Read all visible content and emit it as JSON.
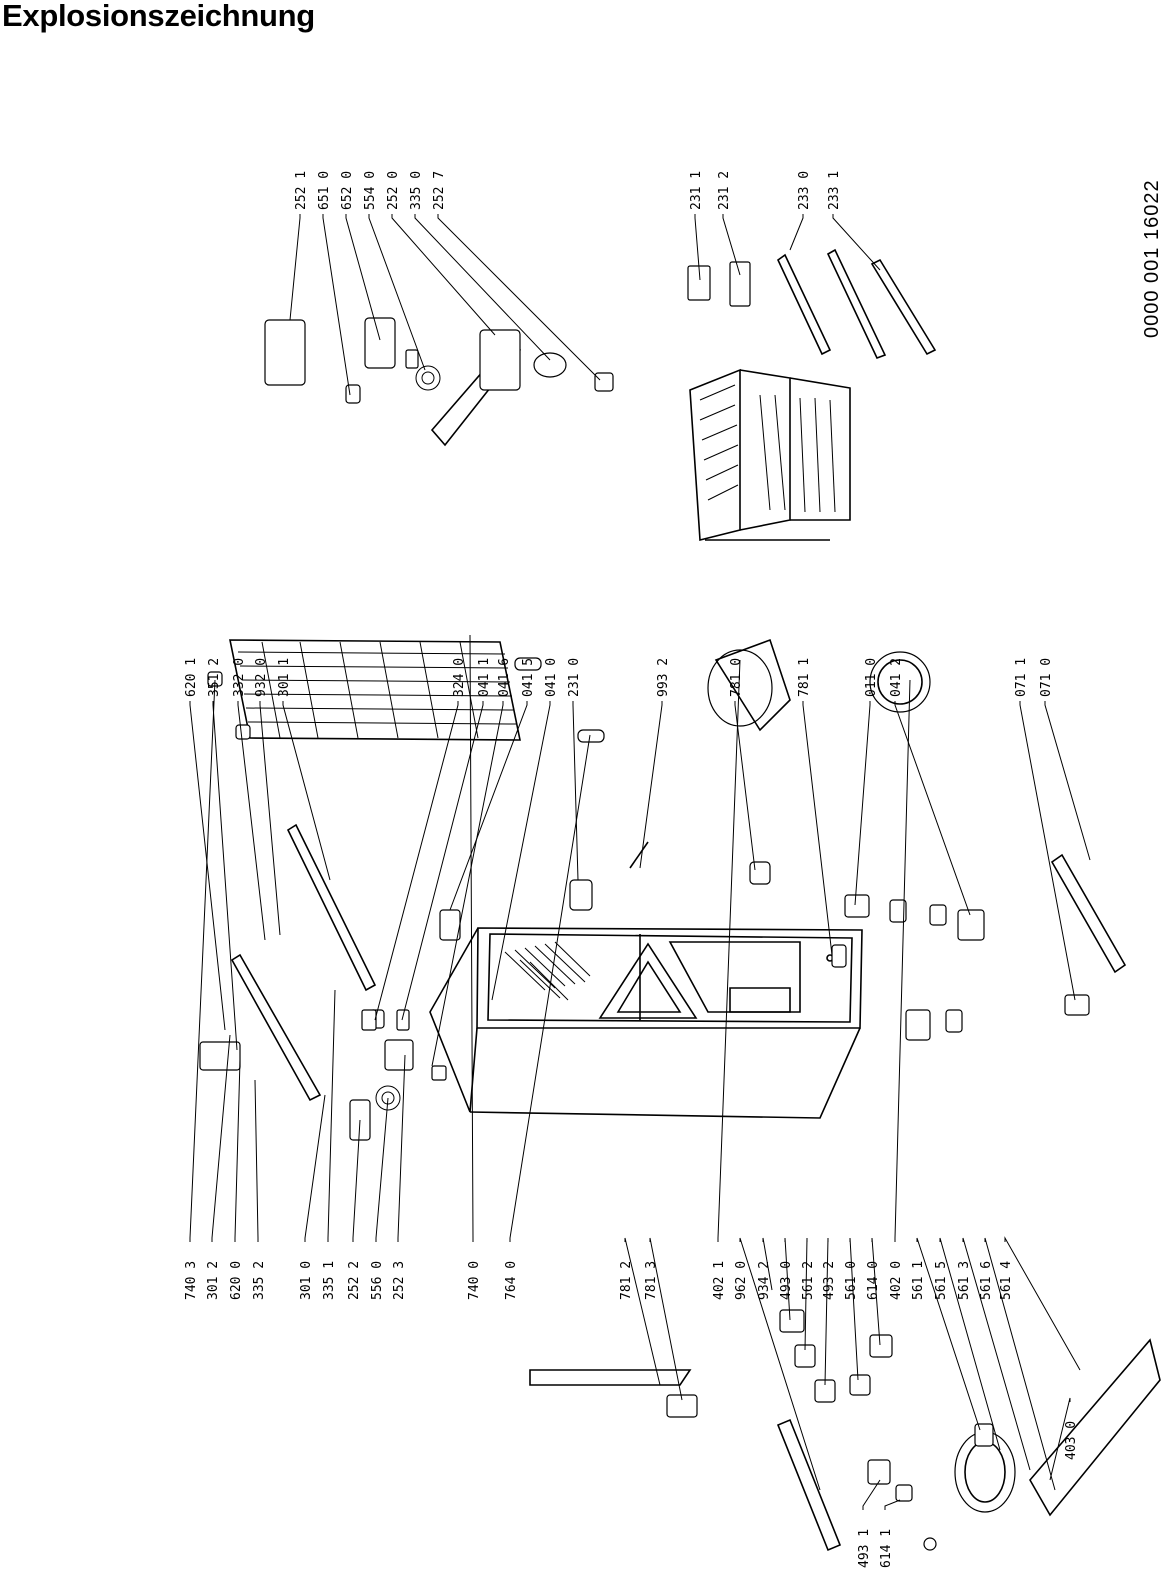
{
  "title": "Explosionszeichnung",
  "document_number": "0000 001 16022",
  "callouts": [
    "740 3",
    "301 2",
    "620 0",
    "335 2",
    "301 0",
    "335 1",
    "252 2",
    "556 0",
    "252 3",
    "740 0",
    "764 0",
    "781 2",
    "781 3",
    "402 1",
    "962 0",
    "934 2",
    "493 0",
    "561 2",
    "493 2",
    "561 0",
    "614 0",
    "402 0",
    "561 1",
    "561 5",
    "561 3",
    "561 6",
    "561 4",
    "403 0",
    "493 1",
    "614 1",
    "620 1",
    "351 2",
    "332 0",
    "932 0",
    "301 1",
    "324 0",
    "041 1",
    "041 6",
    "041 5",
    "041 0",
    "231 0",
    "993 2",
    "781 0",
    "781 1",
    "011 0",
    "041 2",
    "071 1",
    "071 0",
    "252 1",
    "651 0",
    "652 0",
    "554 0",
    "252 0",
    "335 0",
    "252 7",
    "231 1",
    "231 2",
    "233 0",
    "233 1"
  ]
}
